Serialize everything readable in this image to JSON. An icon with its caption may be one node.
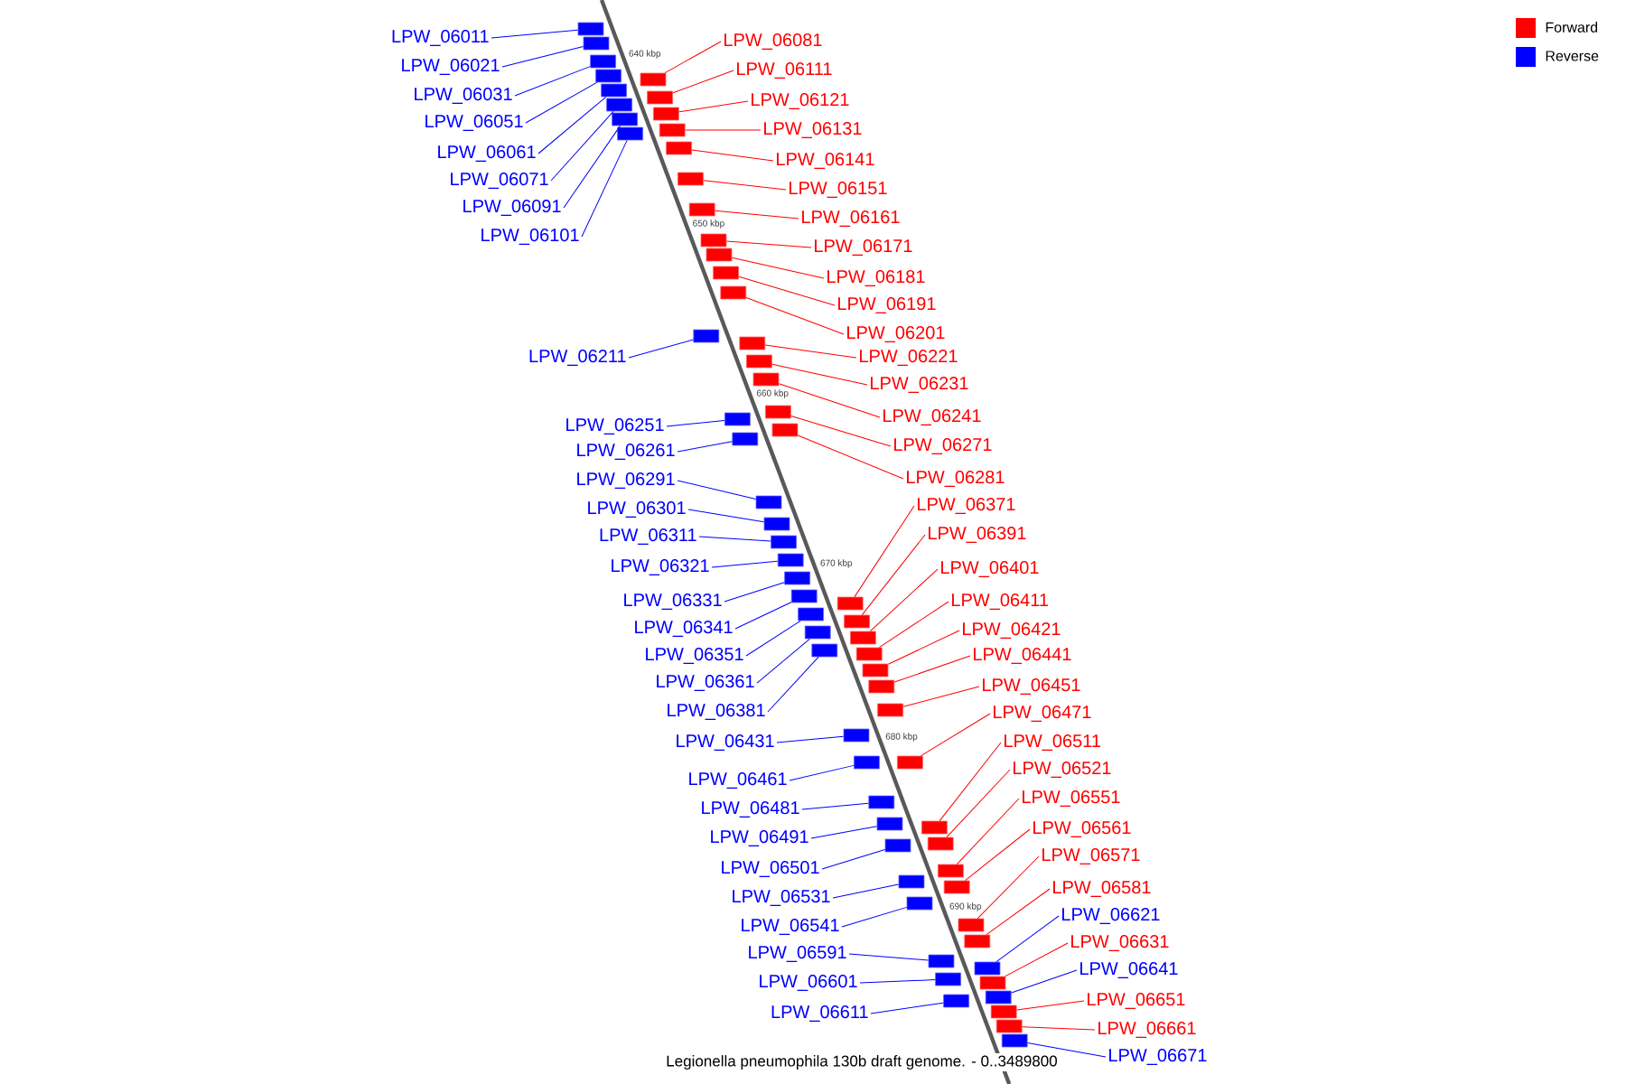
{
  "diagram": {
    "caption": "Legionella pneumophila 130b draft genome. - 0..3489800",
    "nodes": [
      {
        "text": [
          "LPW_06011"
        ]
      },
      {
        "text": [
          "LPW_06021"
        ]
      },
      {
        "text": [
          "LPW_06031"
        ]
      },
      {
        "text": [
          "LPW_06051"
        ]
      },
      {
        "text": [
          "LPW_06061"
        ]
      },
      {
        "text": [
          "LPW_06071"
        ]
      },
      {
        "text": [
          "LPW_06091"
        ]
      },
      {
        "text": [
          "LPW_06101"
        ]
      },
      {
        "text": [
          "LPW_06211"
        ]
      },
      {
        "text": [
          "LPW_06251"
        ]
      },
      {
        "text": [
          "LPW_06261"
        ]
      },
      {
        "text": [
          "LPW_06291"
        ]
      },
      {
        "text": [
          "LPW_06301"
        ]
      },
      {
        "text": [
          "LPW_06311"
        ]
      },
      {
        "text": [
          "LPW_06321"
        ]
      },
      {
        "text": [
          "LPW_06331"
        ]
      },
      {
        "text": [
          "LPW_06341"
        ]
      },
      {
        "text": [
          "LPW_06351"
        ]
      },
      {
        "text": [
          "LPW_06361"
        ]
      },
      {
        "text": [
          "LPW_06381"
        ]
      },
      {
        "text": [
          "LPW_06431"
        ]
      },
      {
        "text": [
          "LPW_06461"
        ]
      },
      {
        "text": [
          "LPW_06481"
        ]
      },
      {
        "text": [
          "LPW_06491"
        ]
      },
      {
        "text": [
          "LPW_06501"
        ]
      },
      {
        "text": [
          "LPW_06531"
        ]
      },
      {
        "text": [
          "LPW_06541"
        ]
      },
      {
        "text": [
          "LPW_06591"
        ]
      },
      {
        "text": [
          "LPW_06601"
        ]
      },
      {
        "text": [
          "LPW_06611"
        ]
      },
      {
        "text": [
          "LPW_06081"
        ]
      },
      {
        "text": [
          "LPW_06111"
        ]
      },
      {
        "text": [
          "LPW_06121"
        ]
      },
      {
        "text": [
          "LPW_06131"
        ]
      },
      {
        "text": [
          "LPW_06141"
        ]
      },
      {
        "text": [
          "LPW_06151"
        ]
      },
      {
        "text": [
          "LPW_06161"
        ]
      },
      {
        "text": [
          "LPW_06171"
        ]
      },
      {
        "text": [
          "LPW_06181"
        ]
      },
      {
        "text": [
          "LPW_06191"
        ]
      },
      {
        "text": [
          "LPW_06201"
        ]
      },
      {
        "text": [
          "LPW_06221"
        ]
      },
      {
        "text": [
          "LPW_06231"
        ]
      },
      {
        "text": [
          "LPW_06241"
        ]
      },
      {
        "text": [
          "LPW_06271"
        ]
      },
      {
        "text": [
          "LPW_06281"
        ]
      },
      {
        "text": [
          "LPW_06371"
        ]
      },
      {
        "text": [
          "LPW_06391"
        ]
      },
      {
        "text": [
          "LPW_06401"
        ]
      },
      {
        "text": [
          "LPW_06411"
        ]
      },
      {
        "text": [
          "LPW_06421"
        ]
      },
      {
        "text": [
          "LPW_06441"
        ]
      },
      {
        "text": [
          "LPW_06451"
        ]
      },
      {
        "text": [
          "LPW_06471"
        ]
      },
      {
        "text": [
          "LPW_06511"
        ]
      },
      {
        "text": [
          "LPW_06521"
        ]
      },
      {
        "text": [
          "LPW_06551"
        ]
      },
      {
        "text": [
          "LPW_06561"
        ]
      },
      {
        "text": [
          "LPW_06571"
        ]
      },
      {
        "text": [
          "LPW_06581"
        ]
      },
      {
        "text": [
          "LPW_06621"
        ]
      },
      {
        "text": [
          "LPW_06631"
        ]
      },
      {
        "text": [
          "LPW_06641"
        ]
      },
      {
        "text": [
          "LPW_06651"
        ]
      },
      {
        "text": [
          "LPW_06661"
        ]
      },
      {
        "text": [
          "LPW_06671"
        ]
      },
      {
        "text": [],
        "shape": "bar"
      },
      {
        "text": [],
        "shape": "bar"
      },
      {
        "text": [],
        "shape": "bar"
      },
      {
        "text": [],
        "shape": "bar"
      },
      {
        "text": [],
        "shape": "bar"
      },
      {
        "text": [],
        "shape": "bar"
      },
      {
        "text": [],
        "shape": "bar"
      },
      {
        "text": [],
        "shape": "bar"
      },
      {
        "text": [],
        "shape": "bar"
      },
      {
        "text": [],
        "shape": "bar"
      },
      {
        "text": [],
        "shape": "bar"
      },
      {
        "text": [],
        "shape": "bar"
      },
      {
        "text": [],
        "shape": "bar"
      },
      {
        "text": [],
        "shape": "bar"
      },
      {
        "text": [],
        "shape": "bar"
      },
      {
        "text": [],
        "shape": "bar"
      },
      {
        "text": [],
        "shape": "bar"
      },
      {
        "text": [],
        "shape": "bar"
      },
      {
        "text": [],
        "shape": "bar"
      },
      {
        "text": [],
        "shape": "bar"
      },
      {
        "text": [],
        "shape": "bar"
      },
      {
        "text": [],
        "shape": "bar"
      },
      {
        "text": [],
        "shape": "bar"
      },
      {
        "text": [],
        "shape": "bar"
      },
      {
        "text": [],
        "shape": "bar"
      },
      {
        "text": [],
        "shape": "bar"
      },
      {
        "text": [],
        "shape": "bar"
      },
      {
        "text": [],
        "shape": "bar"
      },
      {
        "text": [],
        "shape": "bar"
      },
      {
        "text": [],
        "shape": "bar"
      },
      {
        "text": [],
        "shape": "bar"
      },
      {
        "text": [],
        "shape": "bar"
      },
      {
        "text": [],
        "shape": "bar"
      },
      {
        "text": [],
        "shape": "bar"
      },
      {
        "text": [],
        "shape": "bar"
      },
      {
        "text": [],
        "shape": "bar"
      },
      {
        "text": [],
        "shape": "bar"
      },
      {
        "text": [],
        "shape": "bar"
      },
      {
        "text": [],
        "shape": "bar"
      },
      {
        "text": [],
        "shape": "bar"
      },
      {
        "text": [],
        "shape": "bar"
      },
      {
        "text": [],
        "shape": "bar"
      },
      {
        "text": [],
        "shape": "bar"
      },
      {
        "text": [],
        "shape": "bar"
      },
      {
        "text": [],
        "shape": "bar"
      },
      {
        "text": [],
        "shape": "bar"
      },
      {
        "text": [],
        "shape": "bar"
      },
      {
        "text": [],
        "shape": "bar"
      },
      {
        "text": [],
        "shape": "bar"
      },
      {
        "text": [],
        "shape": "bar"
      },
      {
        "text": [],
        "shape": "bar"
      },
      {
        "text": [],
        "shape": "bar"
      },
      {
        "text": [],
        "shape": "bar"
      },
      {
        "text": [],
        "shape": "bar"
      },
      {
        "text": [],
        "shape": "bar"
      },
      {
        "text": [],
        "shape": "bar"
      },
      {
        "text": [],
        "shape": "bar"
      },
      {
        "text": [],
        "shape": "bar"
      },
      {
        "text": [],
        "shape": "bar"
      },
      {
        "text": [],
        "shape": "bar"
      },
      {
        "text": [],
        "shape": "bar"
      },
      {
        "text": [],
        "shape": "bar"
      },
      {
        "text": [],
        "shape": "bar"
      },
      {
        "text": [],
        "shape": "bar"
      },
      {
        "text": [],
        "shape": "bar"
      },
      {
        "text": [],
        "shape": "bar"
      }
    ],
    "edges": [
      {
        "from": 0,
        "to": 66,
        "arrow": "none",
        "color": "#0000ff"
      },
      {
        "from": 1,
        "to": 67,
        "arrow": "none",
        "color": "#0000ff"
      },
      {
        "from": 2,
        "to": 68,
        "arrow": "none",
        "color": "#0000ff"
      },
      {
        "from": 3,
        "to": 69,
        "arrow": "none",
        "color": "#0000ff"
      },
      {
        "from": 4,
        "to": 71,
        "arrow": "none",
        "color": "#0000ff"
      },
      {
        "from": 5,
        "to": 73,
        "arrow": "none",
        "color": "#0000ff"
      },
      {
        "from": 6,
        "to": 75,
        "arrow": "none",
        "color": "#0000ff"
      },
      {
        "from": 7,
        "to": 77,
        "arrow": "none",
        "color": "#0000ff"
      },
      {
        "from": 8,
        "to": 85,
        "arrow": "none",
        "color": "#0000ff"
      },
      {
        "from": 9,
        "to": 90,
        "arrow": "none",
        "color": "#0000ff"
      },
      {
        "from": 10,
        "to": 92,
        "arrow": "none",
        "color": "#0000ff"
      },
      {
        "from": 11,
        "to": 93,
        "arrow": "none",
        "color": "#0000ff"
      },
      {
        "from": 12,
        "to": 94,
        "arrow": "none",
        "color": "#0000ff"
      },
      {
        "from": 13,
        "to": 95,
        "arrow": "none",
        "color": "#0000ff"
      },
      {
        "from": 14,
        "to": 96,
        "arrow": "none",
        "color": "#0000ff"
      },
      {
        "from": 15,
        "to": 97,
        "arrow": "none",
        "color": "#0000ff"
      },
      {
        "from": 16,
        "to": 98,
        "arrow": "none",
        "color": "#0000ff"
      },
      {
        "from": 17,
        "to": 100,
        "arrow": "none",
        "color": "#0000ff"
      },
      {
        "from": 18,
        "to": 102,
        "arrow": "none",
        "color": "#0000ff"
      },
      {
        "from": 19,
        "to": 104,
        "arrow": "none",
        "color": "#0000ff"
      },
      {
        "from": 20,
        "to": 109,
        "arrow": "none",
        "color": "#0000ff"
      },
      {
        "from": 21,
        "to": 110,
        "arrow": "none",
        "color": "#0000ff"
      },
      {
        "from": 22,
        "to": 112,
        "arrow": "none",
        "color": "#0000ff"
      },
      {
        "from": 23,
        "to": 113,
        "arrow": "none",
        "color": "#0000ff"
      },
      {
        "from": 24,
        "to": 116,
        "arrow": "none",
        "color": "#0000ff"
      },
      {
        "from": 25,
        "to": 118,
        "arrow": "none",
        "color": "#0000ff"
      },
      {
        "from": 26,
        "to": 120,
        "arrow": "none",
        "color": "#0000ff"
      },
      {
        "from": 27,
        "to": 123,
        "arrow": "none",
        "color": "#0000ff"
      },
      {
        "from": 28,
        "to": 125,
        "arrow": "none",
        "color": "#0000ff"
      },
      {
        "from": 29,
        "to": 128,
        "arrow": "none",
        "color": "#0000ff"
      },
      {
        "from": 30,
        "to": 70,
        "arrow": "none",
        "color": "#ff0000"
      },
      {
        "from": 31,
        "to": 72,
        "arrow": "none",
        "color": "#ff0000"
      },
      {
        "from": 32,
        "to": 74,
        "arrow": "none",
        "color": "#ff0000"
      },
      {
        "from": 33,
        "to": 76,
        "arrow": "none",
        "color": "#ff0000"
      },
      {
        "from": 34,
        "to": 78,
        "arrow": "none",
        "color": "#ff0000"
      },
      {
        "from": 35,
        "to": 79,
        "arrow": "none",
        "color": "#ff0000"
      },
      {
        "from": 36,
        "to": 80,
        "arrow": "none",
        "color": "#ff0000"
      },
      {
        "from": 37,
        "to": 81,
        "arrow": "none",
        "color": "#ff0000"
      },
      {
        "from": 38,
        "to": 82,
        "arrow": "none",
        "color": "#ff0000"
      },
      {
        "from": 39,
        "to": 83,
        "arrow": "none",
        "color": "#ff0000"
      },
      {
        "from": 40,
        "to": 84,
        "arrow": "none",
        "color": "#ff0000"
      },
      {
        "from": 41,
        "to": 86,
        "arrow": "none",
        "color": "#ff0000"
      },
      {
        "from": 42,
        "to": 87,
        "arrow": "none",
        "color": "#ff0000"
      },
      {
        "from": 43,
        "to": 88,
        "arrow": "none",
        "color": "#ff0000"
      },
      {
        "from": 44,
        "to": 89,
        "arrow": "none",
        "color": "#ff0000"
      },
      {
        "from": 45,
        "to": 91,
        "arrow": "none",
        "color": "#ff0000"
      },
      {
        "from": 46,
        "to": 99,
        "arrow": "none",
        "color": "#ff0000"
      },
      {
        "from": 47,
        "to": 101,
        "arrow": "none",
        "color": "#ff0000"
      },
      {
        "from": 48,
        "to": 103,
        "arrow": "none",
        "color": "#ff0000"
      },
      {
        "from": 49,
        "to": 105,
        "arrow": "none",
        "color": "#ff0000"
      },
      {
        "from": 50,
        "to": 106,
        "arrow": "none",
        "color": "#ff0000"
      },
      {
        "from": 51,
        "to": 107,
        "arrow": "none",
        "color": "#ff0000"
      },
      {
        "from": 52,
        "to": 108,
        "arrow": "none",
        "color": "#ff0000"
      },
      {
        "from": 53,
        "to": 111,
        "arrow": "none",
        "color": "#ff0000"
      },
      {
        "from": 54,
        "to": 114,
        "arrow": "none",
        "color": "#ff0000"
      },
      {
        "from": 55,
        "to": 115,
        "arrow": "none",
        "color": "#ff0000"
      },
      {
        "from": 56,
        "to": 117,
        "arrow": "none",
        "color": "#ff0000"
      },
      {
        "from": 57,
        "to": 119,
        "arrow": "none",
        "color": "#ff0000"
      },
      {
        "from": 58,
        "to": 121,
        "arrow": "none",
        "color": "#ff0000"
      },
      {
        "from": 59,
        "to": 122,
        "arrow": "none",
        "color": "#ff0000"
      },
      {
        "from": 60,
        "to": 124,
        "arrow": "none",
        "color": "#0000ff"
      },
      {
        "from": 61,
        "to": 126,
        "arrow": "none",
        "color": "#ff0000"
      },
      {
        "from": 62,
        "to": 127,
        "arrow": "none",
        "color": "#0000ff"
      },
      {
        "from": 63,
        "to": 129,
        "arrow": "none",
        "color": "#ff0000"
      },
      {
        "from": 64,
        "to": 130,
        "arrow": "none",
        "color": "#ff0000"
      },
      {
        "from": 65,
        "to": 131,
        "arrow": "none",
        "color": "#0000ff"
      }
    ],
    "labels": [
      "640 kbp",
      "650 kbp",
      "660 kbp",
      "670 kbp",
      "680 kbp",
      "690 kbp"
    ],
    "legend": [
      {
        "text": "Forward",
        "color": "#ff0000"
      },
      {
        "text": "Reverse",
        "color": "#0000ff"
      }
    ]
  }
}
